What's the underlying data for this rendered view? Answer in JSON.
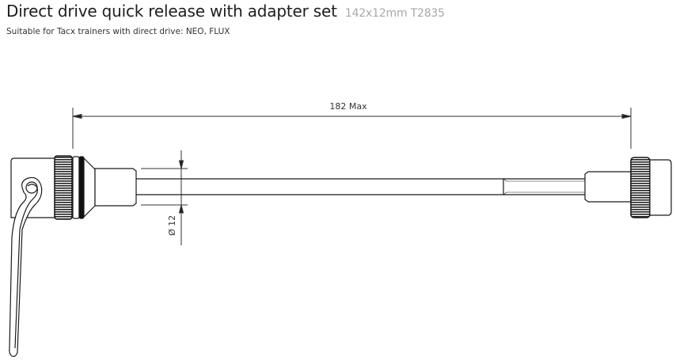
{
  "header": {
    "title": "Direct drive quick release with adapter set",
    "title_suffix": "142x12mm T2835",
    "subtitle": "Suitable for Tacx trainers with direct drive: NEO, FLUX"
  },
  "drawing": {
    "overall_length_label": "182 Max",
    "diameter_label": "Ø 12",
    "colors": {
      "line": "#1a1a1a",
      "dimension": "#333333",
      "title_suffix": "#a8a8a8"
    }
  }
}
